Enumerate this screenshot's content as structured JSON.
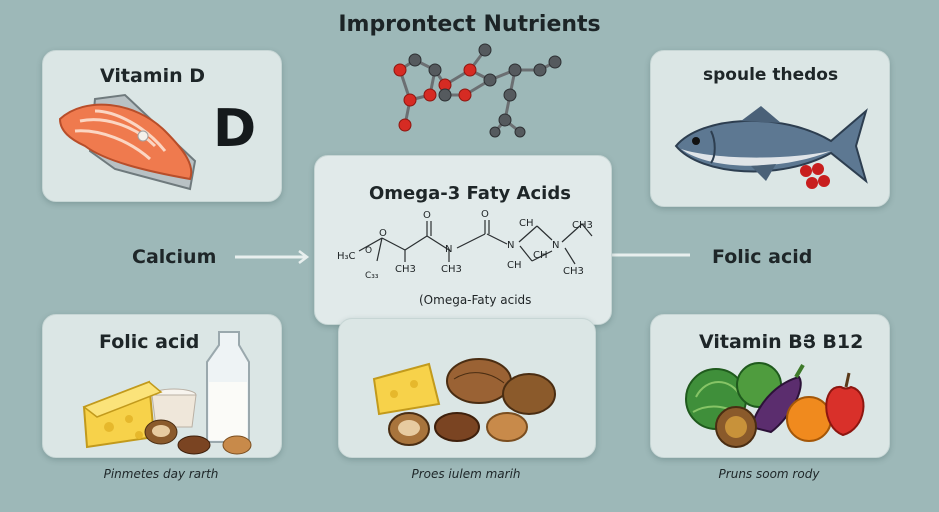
{
  "title": "Improntect Nutrients",
  "cards": {
    "vitamin_d": {
      "title": "Vitamin D",
      "letter": "D"
    },
    "fish": {
      "title": "spoule thedos"
    },
    "omega": {
      "title": "Omega-3 Faty Acids",
      "subtitle": "(Omega-Faty acids"
    },
    "folic_left": {
      "title": "Folic acid",
      "caption": "Pinmetes day rarth"
    },
    "nuts": {
      "caption": "Proes iulem marih"
    },
    "b12": {
      "title": "Vitamin BՅ B12",
      "caption": "Pruns soom rody"
    }
  },
  "side_labels": {
    "left": "Calcium",
    "right": "Folic acid"
  },
  "formula_labels": {
    "h3c": "H₃C",
    "o1": "O",
    "o2": "O",
    "o3": "O",
    "o4": "O",
    "ch3_1": "CH3",
    "n1": "N",
    "ch3_2": "CH3",
    "n2": "N",
    "ch_1": "CH",
    "ch_2": "CH",
    "ch_3": "CH",
    "n3": "N",
    "ch3_3": "CH3",
    "ch3_4": "CH3",
    "c33": "C₃₃"
  },
  "colors": {
    "background": "#9db8b8",
    "card": "#dbe6e5",
    "salmon": "#ef7a4e",
    "oxygen_atom": "#d62b23",
    "carbon_atom": "#555a5e"
  }
}
